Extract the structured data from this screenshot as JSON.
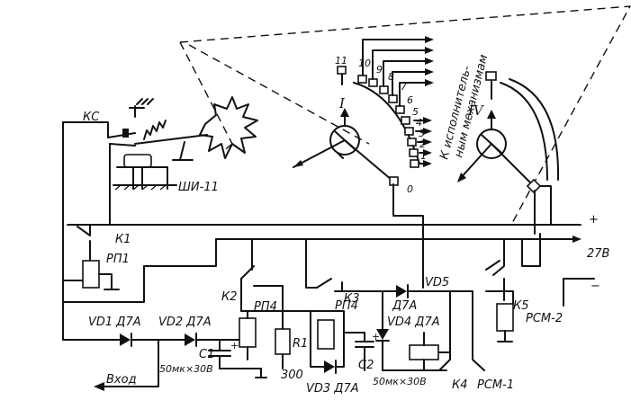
{
  "labels": {
    "ks": "КС",
    "shi": "ШИ-11",
    "k1": "К1",
    "rp1": "РП1",
    "k2": "К2",
    "rp4_a": "РП4",
    "rp4_b": "РП4",
    "k3": "К3",
    "vd5": "VD5",
    "d7a_vd5": "Д7А",
    "vd4": "VD4 Д7А",
    "k4": "К4",
    "rsm1": "РСМ-1",
    "k5": "К5",
    "rsm2": "РСМ-2",
    "vd1": "VD1 Д7А",
    "vd2": "VD2 Д7А",
    "c1": "С1",
    "c1_val": "50мк×30В",
    "r1": "R1",
    "r1_val": "300",
    "vd3": "VD3 Д7А",
    "c2": "С2",
    "c2_val": "50мк×30В",
    "input": "Вход",
    "supply": "27В",
    "plus": "+",
    "minus": "−",
    "plus_c1": "+",
    "plus_c2": "+",
    "switch_i": "I",
    "switch_iv": "IV",
    "pos_0": "0",
    "pos_11": "11",
    "pos_10": "10",
    "pos_9": "9",
    "pos_8": "8",
    "pos_7": "7",
    "pos_6": "6",
    "pos_5": "5",
    "pos_4": "4",
    "pos_3": "3",
    "pos_2": "2",
    "pos_1": "1",
    "note_line1": "К исполнитель-",
    "note_line2": "ным механизмам"
  }
}
